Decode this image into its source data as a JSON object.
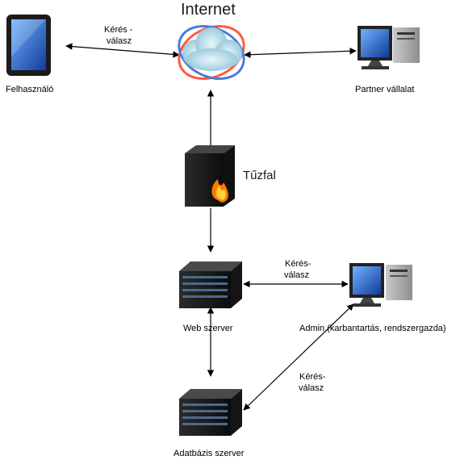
{
  "title": "Internet",
  "firewall_label": "Tűzfal",
  "nodes": {
    "user": "Felhasználó",
    "partner": "Partner vállalat",
    "web_server": "Web szerver",
    "admin": "Admin (karbantartás, rendszergazda)",
    "db_server": "Adatbázis szerver"
  },
  "edge_labels": {
    "user_internet_1": "Kérés -",
    "user_internet_2": "válasz",
    "web_admin_1": "Kérés-",
    "web_admin_2": "válasz",
    "db_admin_1": "Kérés-",
    "db_admin_2": "válasz"
  },
  "icons": {
    "user": "tablet-icon",
    "internet": "cloud-globe-icon",
    "partner": "desktop-computer-icon",
    "firewall": "firewall-icon",
    "web_server": "server-icon",
    "admin": "desktop-computer-icon",
    "db_server": "server-icon"
  }
}
